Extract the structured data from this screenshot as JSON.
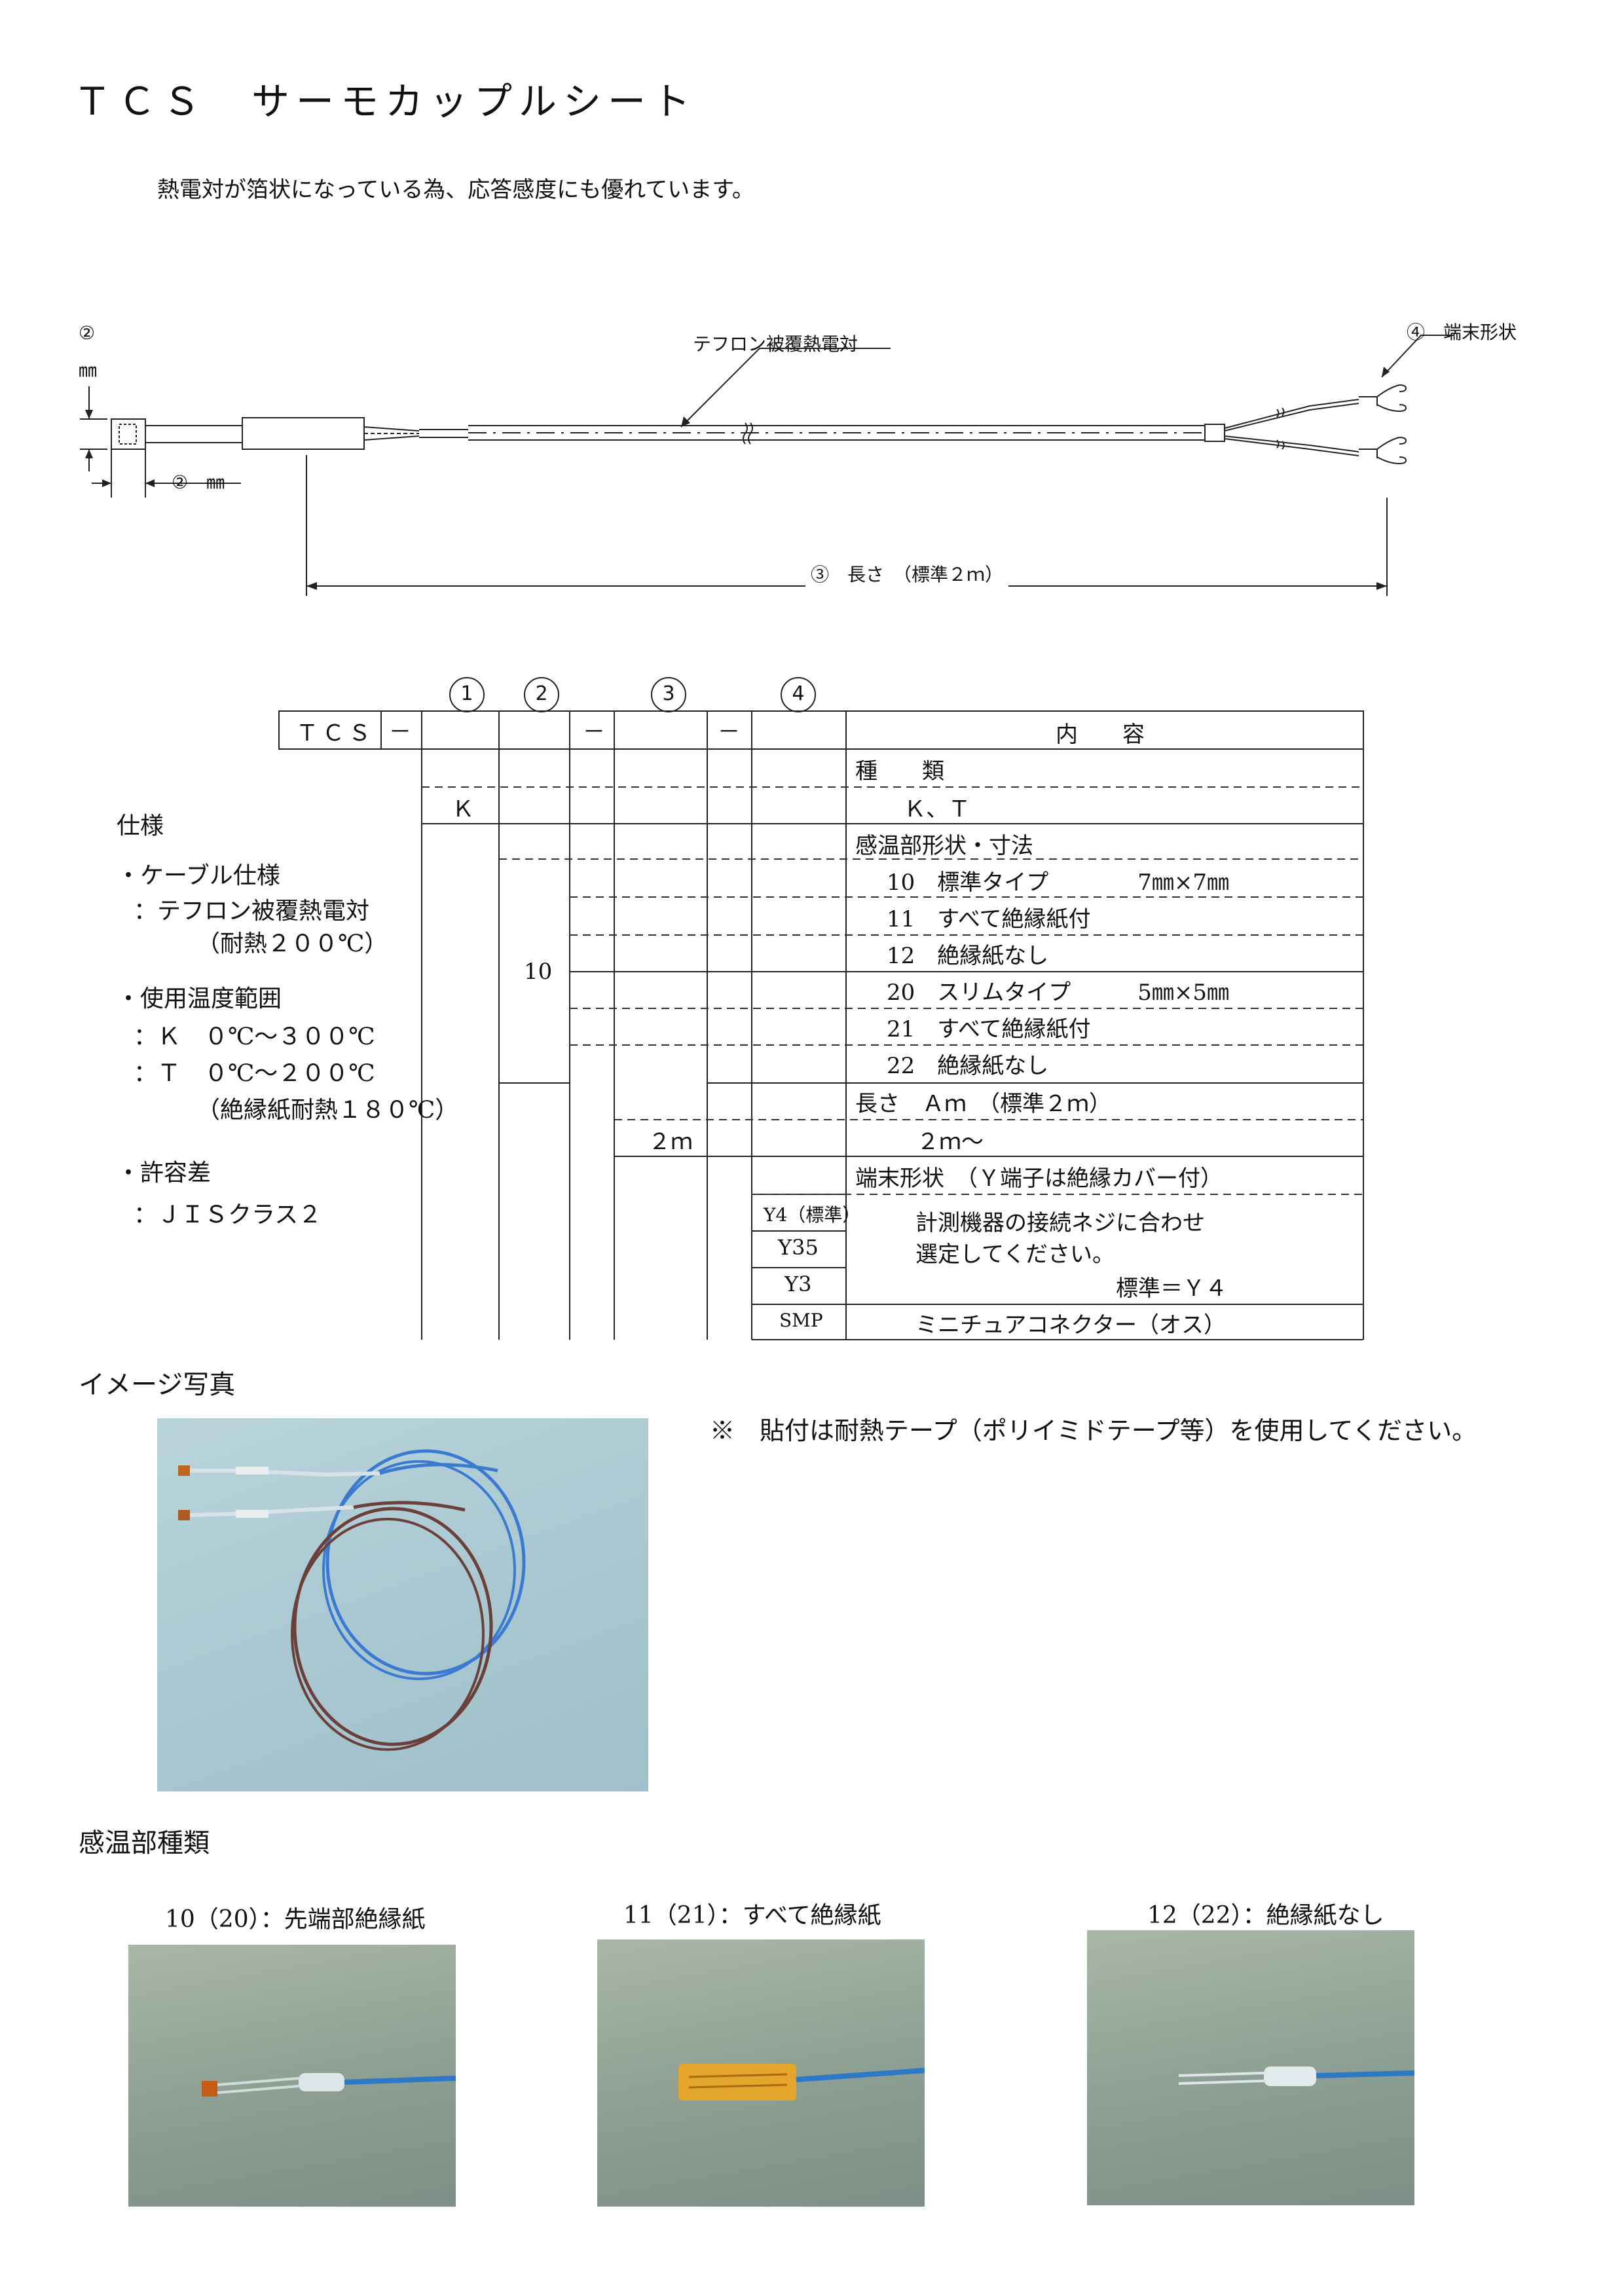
{
  "title": "ＴＣＳ　サーモカップルシート",
  "intro": "熱電対が箔状になっている為、応答感度にも優れています。",
  "diagram": {
    "teflon_label": "テフロン被覆熱電対",
    "terminal_label": "④　端末形状",
    "dim_vertical": "②　㎜",
    "dim_horizontal": "②　㎜",
    "length_label": "③　長さ　（標準２ｍ）",
    "marks": {
      "c2": "2",
      "c3": "3",
      "c4": "4"
    }
  },
  "code_header": {
    "prefix": "ＴＣＳ",
    "dash": "－",
    "nums": [
      "1",
      "2",
      "3",
      "4"
    ],
    "content_header": "内　　容"
  },
  "code_rows": {
    "type_title": "種　　類",
    "type_code": "Ｋ",
    "type_desc": "Ｋ、Ｔ",
    "shape_title": "感温部形状・寸法",
    "shape_code": "10",
    "shape_items": [
      "10　標準タイプ　　　　7㎜×7㎜",
      "11　すべて絶縁紙付",
      "12　絶縁紙なし",
      "20　スリムタイプ　　　5㎜×5㎜",
      "21　すべて絶縁紙付",
      "22　絶縁紙なし"
    ],
    "length_title": "長さ　Ａｍ　（標準２ｍ）",
    "length_code": "２ｍ",
    "length_desc": "２ｍ～",
    "term_title": "端末形状　（Ｙ端子は絶縁カバー付）",
    "term_codes": [
      "Y4（標準）",
      "Y35",
      "Y3",
      "SMP"
    ],
    "term_desc1": "計測機器の接続ネジに合わせ",
    "term_desc2": "選定してください。",
    "term_std": "標準＝Ｙ４",
    "term_smp": "ミニチュアコネクター（オス）"
  },
  "spec": {
    "heading": "仕様",
    "cable_heading": "・ケーブル仕様",
    "cable_1": "：テフロン被覆熱電対",
    "cable_2": "（耐熱２００℃）",
    "temp_heading": "・使用温度範囲",
    "temp_k": "：Ｋ　０℃～３００℃",
    "temp_t": "：Ｔ　０℃～２００℃",
    "temp_note": "（絶縁紙耐熱１８０℃）",
    "tol_heading": "・許容差",
    "tol_value": "：ＪＩＳクラス２"
  },
  "image_heading": "イメージ写真",
  "note": "※　貼付は耐熱テープ（ポリイミドテープ等）を使用してください。",
  "sensor_heading": "感温部種類",
  "captions": [
    "10（20）：先端部絶縁紙",
    "11（21）：すべて絶縁紙",
    "12（22）：絶縁紙なし"
  ]
}
